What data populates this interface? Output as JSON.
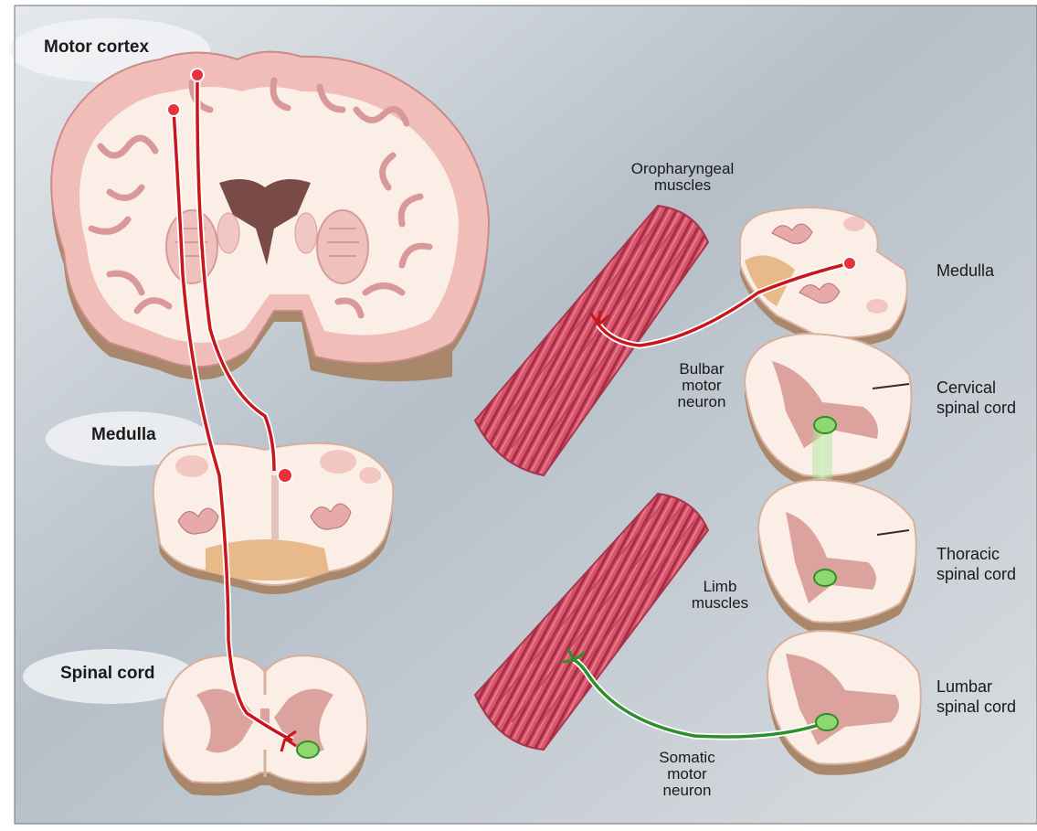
{
  "labels": {
    "motor_cortex": "Motor cortex",
    "medulla_left": "Medulla",
    "spinal_cord": "Spinal cord",
    "oropharyngeal_line1": "Oropharyngeal",
    "oropharyngeal_line2": "muscles",
    "bulbar_line1": "Bulbar",
    "bulbar_line2": "motor",
    "bulbar_line3": "neuron",
    "limb_line1": "Limb",
    "limb_line2": "muscles",
    "somatic_line1": "Somatic",
    "somatic_line2": "motor",
    "somatic_line3": "neuron",
    "medulla_right": "Medulla",
    "cervical_line1": "Cervical",
    "cervical_line2": "spinal cord",
    "thoracic_line1": "Thoracic",
    "thoracic_line2": "spinal cord",
    "lumbar_line1": "Lumbar",
    "lumbar_line2": "spinal cord"
  },
  "colors": {
    "upper_motor_neuron": "#c8161b",
    "lower_motor_neuron": "#2e8f2a",
    "tissue_pink": "#f4cfc9",
    "white_matter": "#fbeee6",
    "muscle": "#c9425a",
    "background": "#c9d0d8"
  }
}
